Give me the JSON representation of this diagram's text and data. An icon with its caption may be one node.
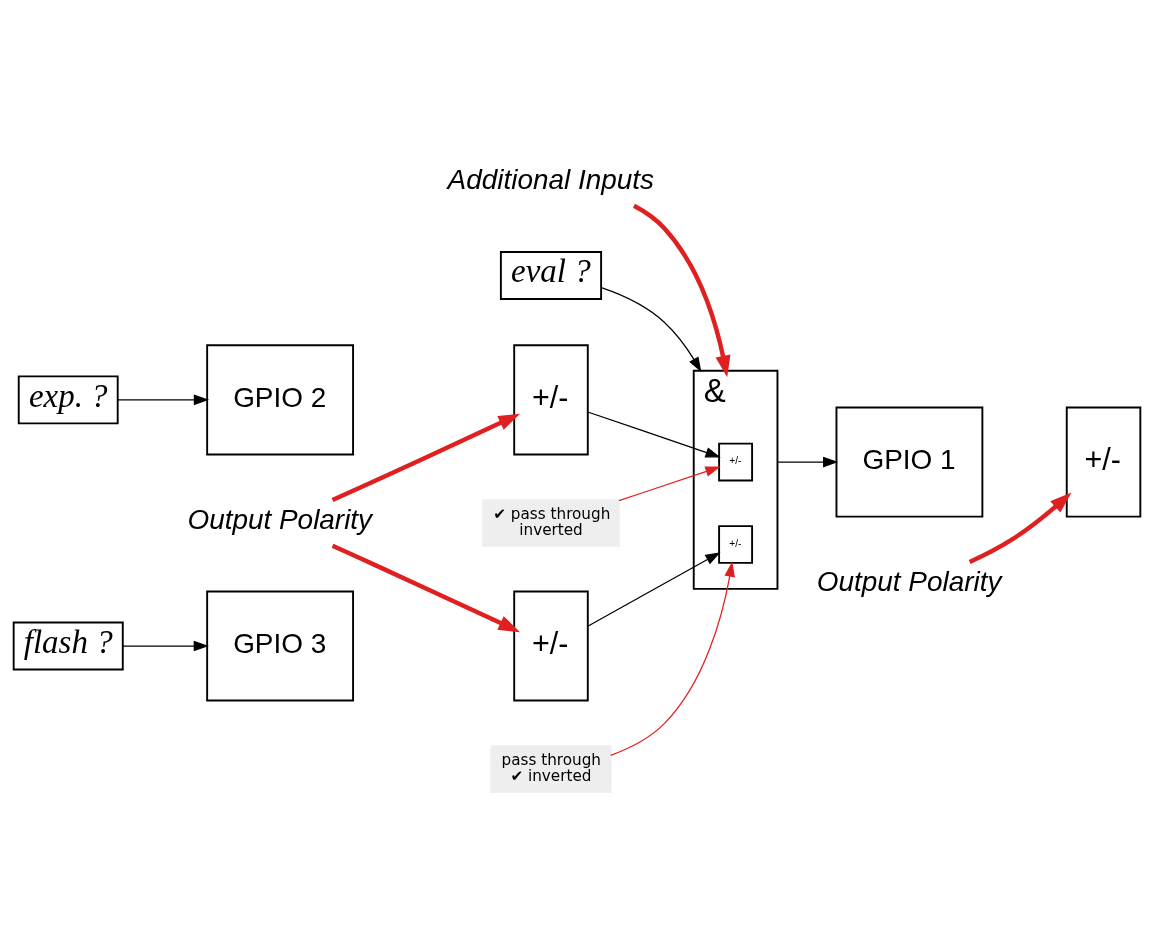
{
  "diagram": {
    "nodes": [
      {
        "text": [
          "Additional Inputs"
        ]
      },
      {
        "text": [
          "Output Polarity"
        ]
      },
      {
        "text": [
          "&"
        ]
      },
      {
        "text": [
          "eval ?"
        ]
      },
      {
        "text": [
          "GPIO 1"
        ]
      },
      {
        "text": [
          "+/-"
        ]
      },
      {
        "text": [
          "exp. ?"
        ]
      },
      {
        "text": [
          "GPIO 2"
        ]
      },
      {
        "text": [
          "+/-"
        ]
      },
      {
        "text": [
          "+/-"
        ],
        "in": 2
      },
      {
        "text": [
          "✔ pass through",
          "inverted"
        ]
      },
      {
        "text": [
          "flash ?"
        ]
      },
      {
        "text": [
          "GPIO 3"
        ]
      },
      {
        "text": [
          "+/-"
        ]
      },
      {
        "text": [
          "+/-"
        ],
        "in": 2
      },
      {
        "text": [
          "pass through",
          "✔ inverted"
        ]
      },
      {
        "text": [
          "Output Polarity"
        ]
      }
    ],
    "edges": [
      {
        "from": 0,
        "to": 2,
        "arrow": "to",
        "style": "thick",
        "color": "#e02020"
      },
      {
        "from": 1,
        "to": 5,
        "arrow": "to",
        "style": "thick",
        "color": "#e02020"
      },
      {
        "from": 3,
        "to": 2,
        "arrow": "to",
        "color": "#000000"
      },
      {
        "from": 2,
        "to": 4,
        "arrow": "to",
        "color": "#000000"
      },
      {
        "from": 6,
        "to": 7,
        "arrow": "to",
        "color": "#000000"
      },
      {
        "from": 8,
        "to": 9,
        "arrow": "to",
        "color": "#000000"
      },
      {
        "from": 10,
        "to": 9,
        "arrow": "to",
        "color": "#e02020"
      },
      {
        "from": 11,
        "to": 12,
        "arrow": "to",
        "color": "#000000"
      },
      {
        "from": 13,
        "to": 14,
        "arrow": "to",
        "color": "#000000"
      },
      {
        "from": 15,
        "to": 14,
        "arrow": "to",
        "color": "#e02020"
      },
      {
        "from": 16,
        "to": 8,
        "arrow": "to",
        "style": "thick",
        "color": "#e02020"
      },
      {
        "from": 16,
        "to": 13,
        "arrow": "to",
        "style": "thick",
        "color": "#e02020"
      }
    ]
  }
}
